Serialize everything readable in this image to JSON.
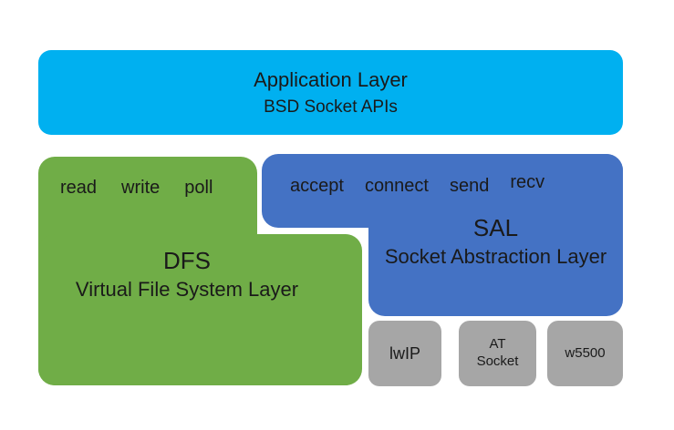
{
  "app_layer": {
    "title": "Application Layer",
    "subtitle": "BSD Socket APIs",
    "color": "#00b0f0"
  },
  "dfs": {
    "acronym": "DFS",
    "name": "Virtual File System Layer",
    "functions": [
      "read",
      "write",
      "poll"
    ],
    "color": "#70ad47"
  },
  "sal": {
    "acronym": "SAL",
    "name": "Socket Abstraction Layer",
    "functions": [
      "accept",
      "connect",
      "send",
      "recv"
    ],
    "color": "#4472c4"
  },
  "backends": [
    {
      "label": "lwIP"
    },
    {
      "label": "AT\nSocket"
    },
    {
      "label": "w5500"
    }
  ],
  "backend_color": "#a6a6a6",
  "text_color": "#1a1a1a",
  "background_color": "#ffffff"
}
